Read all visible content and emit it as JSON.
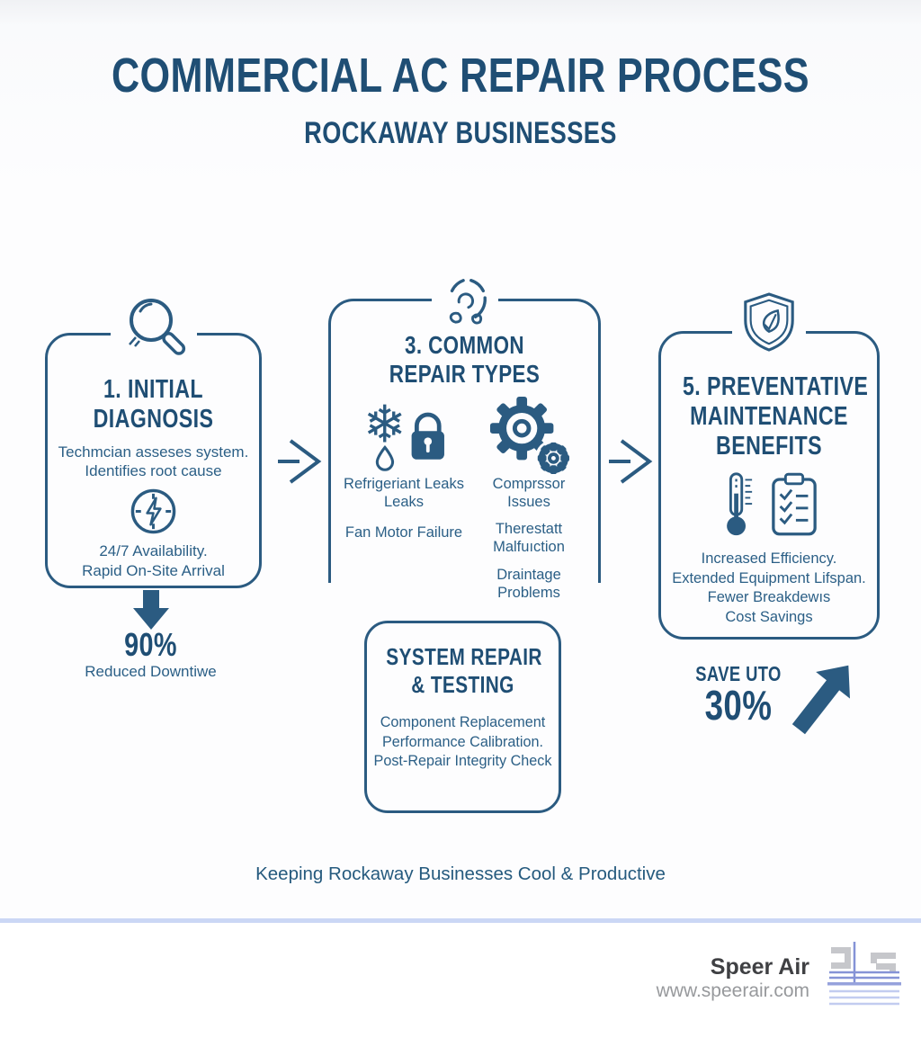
{
  "header": {
    "title": "COMMERCIAL AC REPAIR PROCESS",
    "subtitle": "ROCKAWAY BUSINESSES"
  },
  "diagnosis": {
    "title": [
      "1. INITIAL",
      "DIAGNOSIS"
    ],
    "body": [
      "Techmcian asseses system.",
      "Identifies root cause"
    ],
    "availability": [
      "24/7 Availability.",
      "Rapid On-Site Arrival"
    ],
    "stat_value": "90%",
    "stat_label": "Reduced Downtiwe"
  },
  "repair_types": {
    "title": [
      "3. COMMON",
      "REPAIR TYPES"
    ],
    "left_items": [
      [
        "Refrigeriant Leaks",
        "Leaks"
      ],
      [
        "Fan Motor Failure"
      ]
    ],
    "right_items": [
      [
        "Comprssor",
        "Issues"
      ],
      [
        "Therestatt",
        "Malfuıction"
      ],
      [
        "Draintage",
        "Problems"
      ]
    ]
  },
  "system_repair": {
    "title": [
      "SYSTEM REPAIR",
      "& TESTING"
    ],
    "body": [
      "Component Replacement",
      "Performance Calibration.",
      "Post-Repair Integrity Check"
    ]
  },
  "maintenance": {
    "title": [
      "5. PREVENTATIVE",
      "MAINTENANCE",
      "BENEFITS"
    ],
    "body": [
      "Increased Efficiency.",
      "Extended Equipment Lifspan.",
      "Fewer Breakdewıs",
      "Cost Savings"
    ],
    "save_label": "SAVE UTO",
    "save_value": "30%"
  },
  "tagline": "Keeping Rockaway Businesses Cool & Productive",
  "footer": {
    "brand": "Speer Air",
    "website": "www.speerair.com"
  },
  "icons": {
    "step1_top": "magnifying-glass-icon",
    "step1_mid": "rapid-response-clock-icon",
    "step3_top": "ac-circle-icon",
    "step3_left": "snowflake-droplet-padlock-icon",
    "step3_right": "gears-icon",
    "step5_top": "shield-leaf-icon",
    "step5_a": "thermometer-icon",
    "step5_b": "clipboard-checklist-icon",
    "flow": "right-arrow-icon",
    "down": "down-arrow-icon",
    "trend": "up-trend-arrow-icon"
  },
  "colors": {
    "heading": "#1f4e74",
    "body_text": "#2b5f86",
    "line": "#2b5b81",
    "divider": "#cbd7f5",
    "brand_text": "#3f4043",
    "website_text": "#97999c",
    "logo_blue": "#8593d6",
    "logo_gray": "#c6c7cb"
  }
}
